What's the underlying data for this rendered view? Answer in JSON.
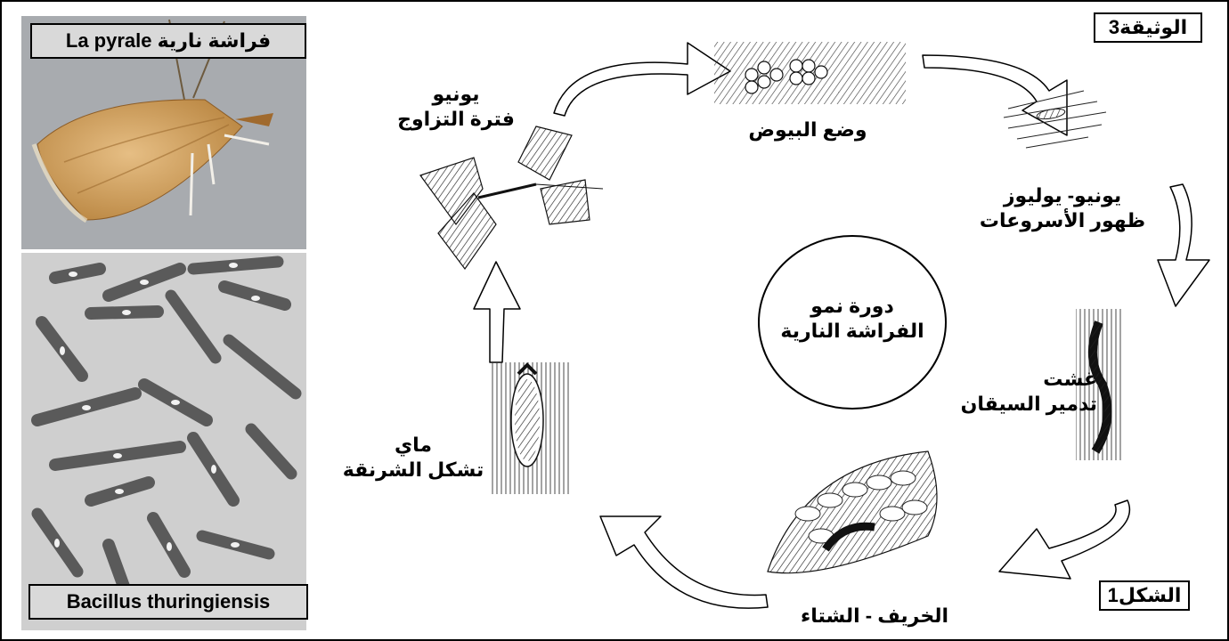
{
  "document_label": "الوثيقة3",
  "figure_label": "الشكل1",
  "photos": {
    "moth_caption": "فراشة نارية La pyrale",
    "bacteria_caption": "Bacillus thuringiensis"
  },
  "cycle": {
    "center": [
      "دورة نمو",
      "الفراشة النارية"
    ],
    "stages": [
      {
        "id": "mating",
        "lines": [
          "يونيو",
          "فترة التزاوج"
        ]
      },
      {
        "id": "eggs",
        "lines": [
          "وضع البيوض"
        ]
      },
      {
        "id": "larvae",
        "lines": [
          "يونيو- يوليوز",
          "ظهور الأسروعات"
        ]
      },
      {
        "id": "damage",
        "lines": [
          "غشت",
          "تدمير السيقان"
        ]
      },
      {
        "id": "winter",
        "lines": [
          "الخريف - الشتاء"
        ]
      },
      {
        "id": "pupa",
        "lines": [
          "ماي",
          "تشكل الشرنقة"
        ]
      }
    ]
  }
}
